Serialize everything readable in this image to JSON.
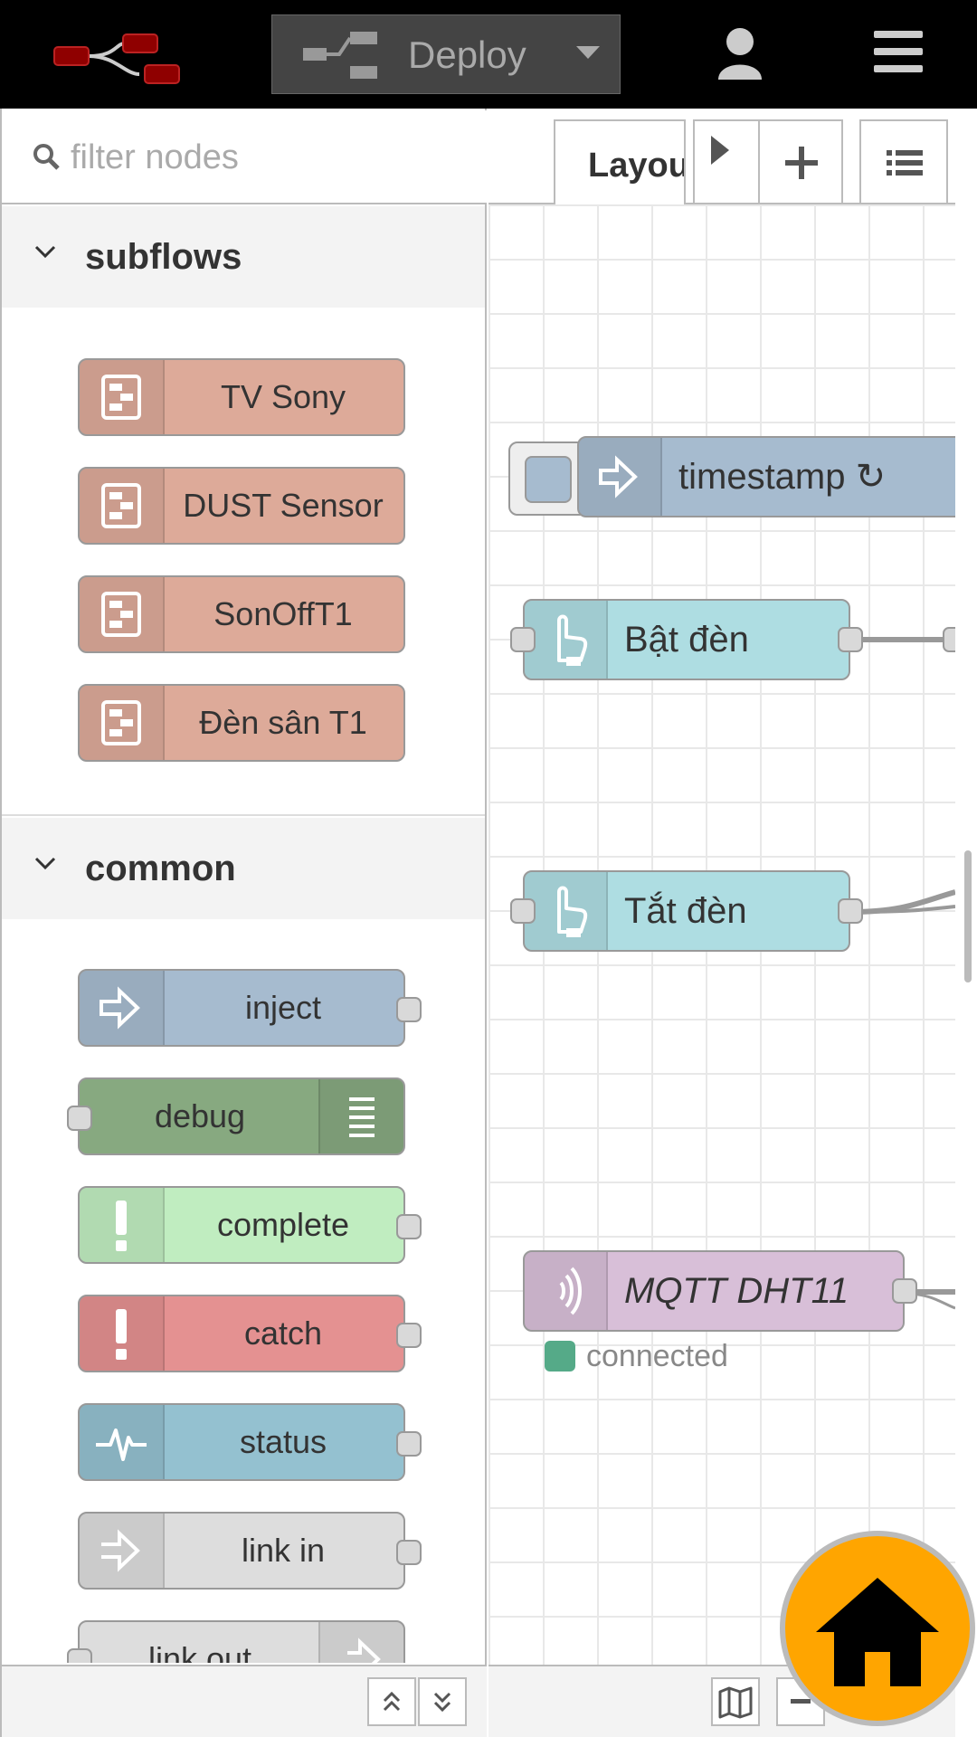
{
  "header": {
    "deploy_label": "Deploy"
  },
  "palette": {
    "filter_placeholder": "filter nodes",
    "categories": [
      {
        "label": "subflows",
        "nodes": [
          {
            "label": "TV Sony",
            "color": "#DDAA99"
          },
          {
            "label": "DUST Sensor",
            "color": "#DDAA99"
          },
          {
            "label": "SonOffT1",
            "color": "#DDAA99"
          },
          {
            "label": "Đèn sân T1",
            "color": "#DDAA99"
          }
        ]
      },
      {
        "label": "common",
        "nodes": [
          {
            "label": "inject",
            "color": "#A6BBCF"
          },
          {
            "label": "debug",
            "color": "#87A980"
          },
          {
            "label": "complete",
            "color": "#C0EDC0"
          },
          {
            "label": "catch",
            "color": "#E49191"
          },
          {
            "label": "status",
            "color": "#94C1D0"
          },
          {
            "label": "link in",
            "color": "#DDDDDD"
          },
          {
            "label": "link out",
            "color": "#DDDDDD"
          }
        ]
      }
    ]
  },
  "workspace": {
    "tab_label": "Layout",
    "nodes": [
      {
        "label": "timestamp ↻",
        "color": "#A6BBCF",
        "icon": "inject-arrow-icon"
      },
      {
        "label": "Bật đèn",
        "color": "#AEDDE2",
        "icon": "hand-icon"
      },
      {
        "label": "Tắt đèn",
        "color": "#AEDDE2",
        "icon": "hand-icon"
      },
      {
        "label": "MQTT DHT11",
        "color": "#D8BFD8",
        "icon": "wireless-icon",
        "status": "connected",
        "status_color": "#55AA88"
      }
    ]
  },
  "fab": {
    "icon": "home-icon",
    "color": "#FFA500"
  }
}
